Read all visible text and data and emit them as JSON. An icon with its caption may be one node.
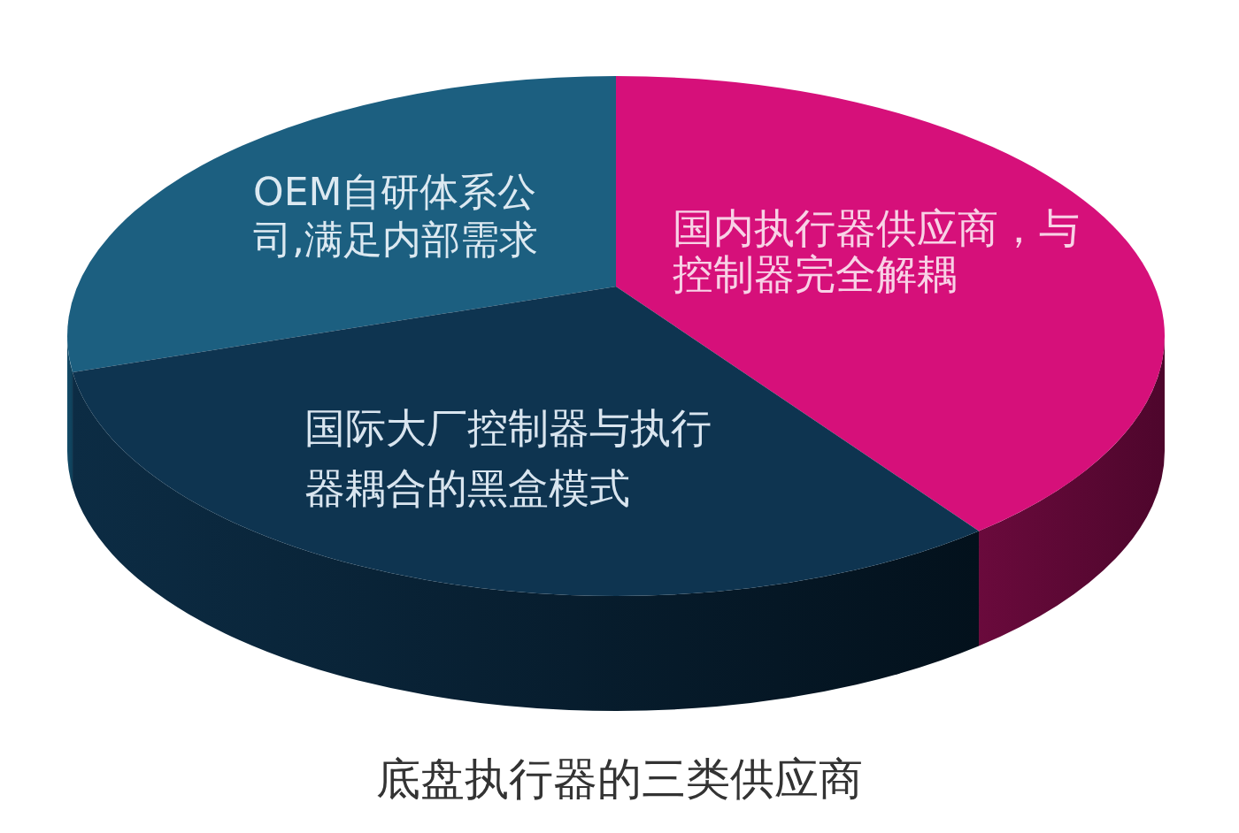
{
  "diagram": {
    "caption": "底盘执行器的三类供应商",
    "nodes": [
      {
        "text": [
          "OEM自研体系公司,满足内部需求"
        ]
      },
      {
        "text": [
          "国内执行器供应商，与控制器完全解耦"
        ]
      },
      {
        "text": [
          "国际大厂控制器与执行器耦合的黑盒模式"
        ]
      }
    ]
  }
}
